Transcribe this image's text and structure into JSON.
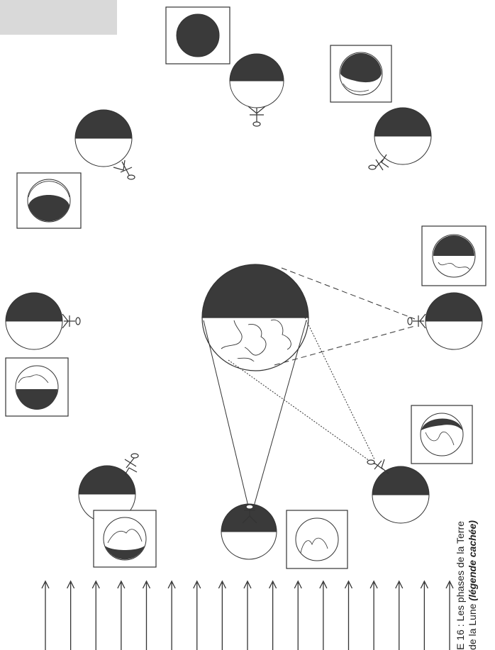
{
  "figure": {
    "caption_line1": "E 16 : Les phases de la Terre",
    "caption_line2_prefix": "de la Lune ",
    "caption_line2_italic": "(légende cachée)"
  },
  "colors": {
    "dark": "#3a3a3a",
    "line": "#333333",
    "tab": "#d9d9d9",
    "background": "#ffffff"
  },
  "icons": [
    "moon-half-shaded",
    "observer-stick-figure",
    "earth-phase-view",
    "sun-ray-arrow"
  ],
  "ray_count": 17
}
